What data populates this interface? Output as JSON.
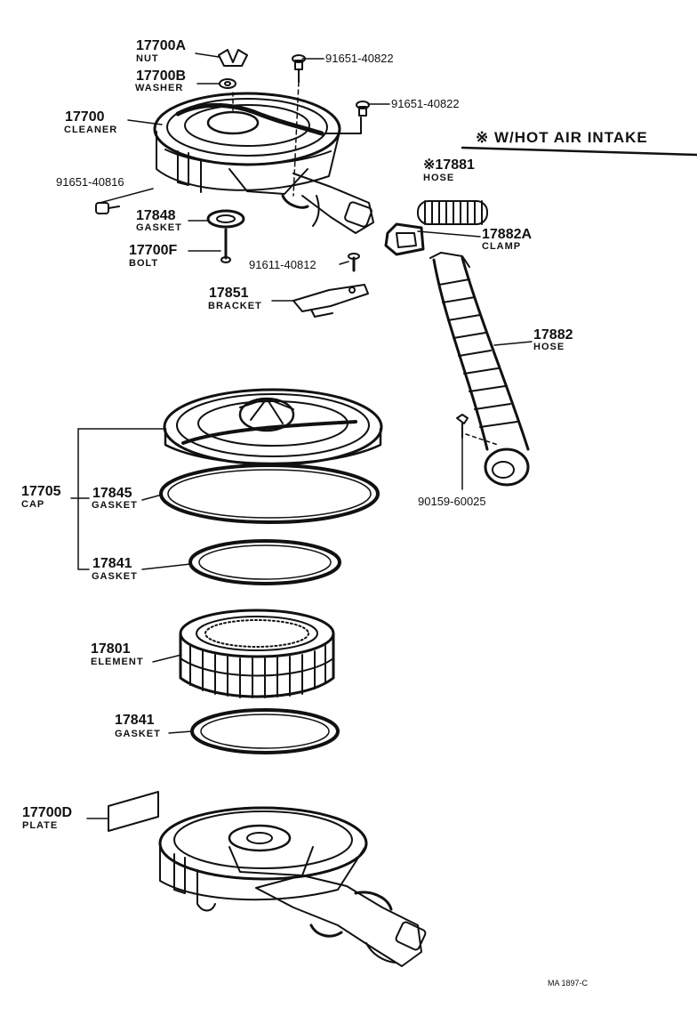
{
  "header": {
    "hot_air_intake": "※ W/HOT AIR INTAKE"
  },
  "callouts": {
    "c17700A": {
      "number": "17700A",
      "name": "NUT"
    },
    "c17700B": {
      "number": "17700B",
      "name": "WASHER"
    },
    "c17700": {
      "number": "17700",
      "name": "CLEANER"
    },
    "c17848": {
      "number": "17848",
      "name": "GASKET"
    },
    "c17700F": {
      "number": "17700F",
      "name": "BOLT"
    },
    "c17851": {
      "number": "17851",
      "name": "BRACKET"
    },
    "c17705": {
      "number": "17705",
      "name": "CAP"
    },
    "c17845": {
      "number": "17845",
      "name": "GASKET"
    },
    "c17841a": {
      "number": "17841",
      "name": "GASKET"
    },
    "c17801": {
      "number": "17801",
      "name": "ELEMENT"
    },
    "c17841b": {
      "number": "17841",
      "name": "GASKET"
    },
    "c17700D": {
      "number": "17700D",
      "name": "PLATE"
    },
    "c17881": {
      "number": "※17881",
      "name": "HOSE"
    },
    "c17882A": {
      "number": "17882A",
      "name": "CLAMP"
    },
    "c17882": {
      "number": "17882",
      "name": "HOSE"
    }
  },
  "part_numbers": {
    "p1": "91651-40822",
    "p2": "91651-40822",
    "p3": "91651-40816",
    "p4": "91611-40812",
    "p5": "90159-60025"
  },
  "footer": {
    "drawing_ref": "MA 1897-C"
  }
}
